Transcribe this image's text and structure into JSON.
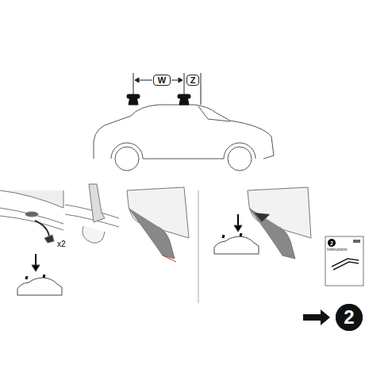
{
  "diagram": {
    "nodes": [
      {
        "text": [
          "W"
        ]
      },
      {
        "text": [
          "Z"
        ]
      },
      {
        "text": [
          "2"
        ]
      }
    ],
    "labels": [
      "x2",
      "2",
      "Instructions"
    ]
  }
}
